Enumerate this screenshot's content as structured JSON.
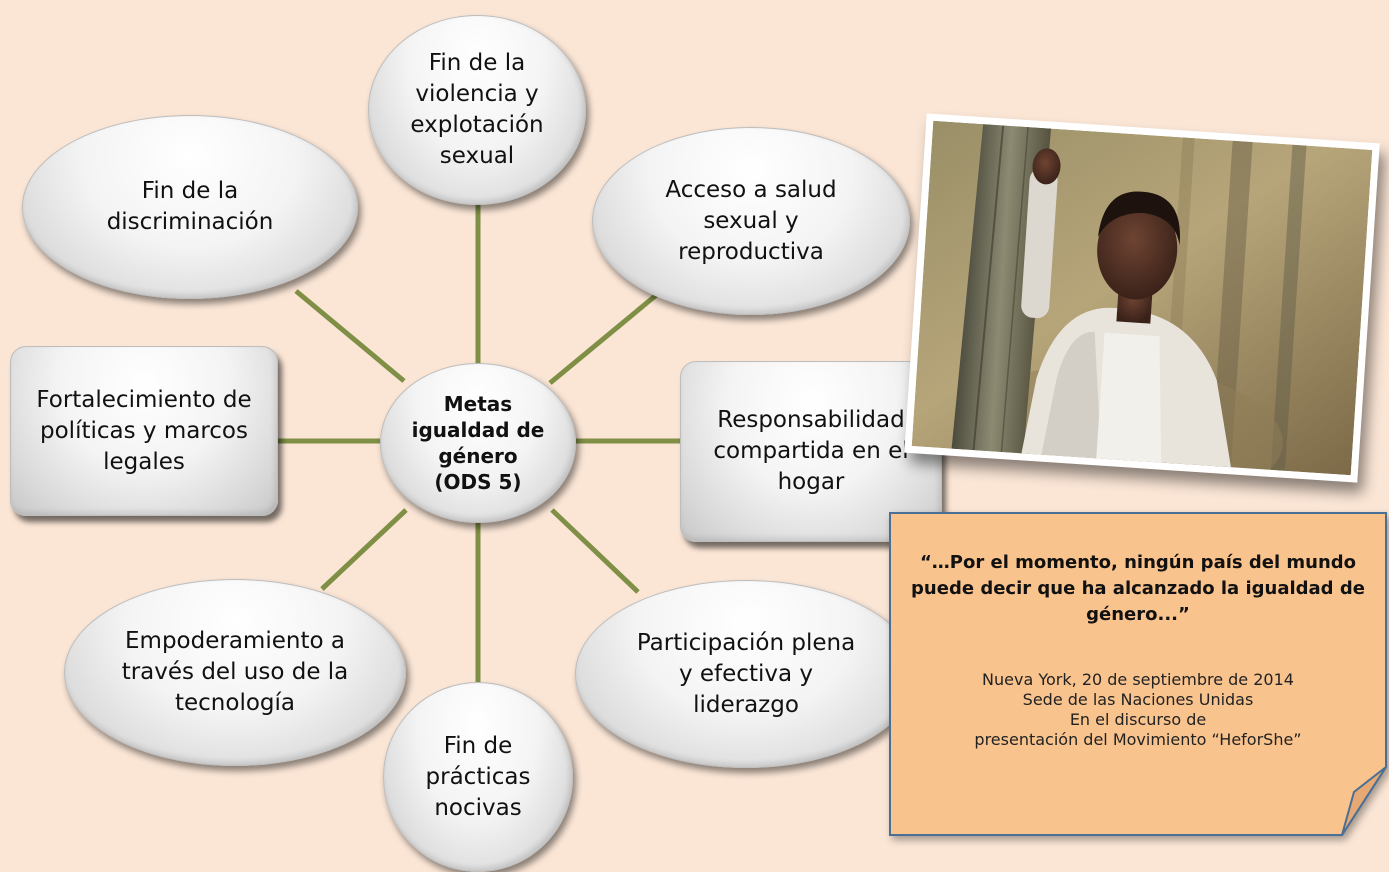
{
  "diagram": {
    "center": "Metas\nigualdad de\ngénero\n(ODS 5)",
    "nodes": {
      "violence": "Fin de la\nviolencia y\nexplotación\nsexual",
      "health": "Acceso a salud\nsexual y\nreproductiva",
      "discrimination": "Fin de la\ndiscriminación",
      "policy": "Fortalecimiento de\npolíticas y marcos\nlegales",
      "home": "Responsabilidad\ncompartida en el\nhogar",
      "technology": "Empoderamiento a\ntravés del uso de la\ntecnología",
      "participation": "Participación plena\ny efectiva y\nliderazgo",
      "harmful_practices": "Fin de\nprácticas\nnocivas"
    },
    "connector_color": "#7f8f45"
  },
  "quote": {
    "text": "“…Por el momento, ningún país del mundo puede decir que ha alcanzado la igualdad de género...”",
    "source_lines": [
      "Nueva York, 20 de septiembre de 2014",
      "Sede de las Naciones Unidas",
      "En el discurso de",
      "presentación del Movimiento “HeforShe”"
    ],
    "note_color": "#f9c38e"
  },
  "photo": {
    "subject": "girl-leaning-on-tree-photo"
  }
}
